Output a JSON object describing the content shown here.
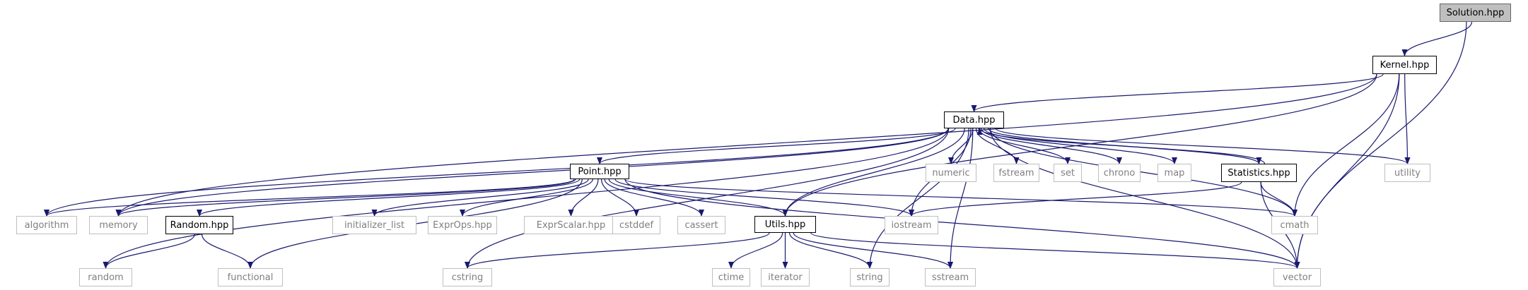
{
  "diagram": {
    "type": "include-dependency-graph",
    "colors": {
      "edge": "#191970",
      "local_border": "#000000",
      "system_border": "#bfbfbf",
      "system_text": "#7f7f7f",
      "root_fill": "#bfbfbf"
    },
    "nodes": [
      {
        "id": "solution",
        "label": "Solution.hpp",
        "kind": "root"
      },
      {
        "id": "kernel",
        "label": "Kernel.hpp",
        "kind": "local"
      },
      {
        "id": "data",
        "label": "Data.hpp",
        "kind": "local"
      },
      {
        "id": "point",
        "label": "Point.hpp",
        "kind": "local"
      },
      {
        "id": "statistics",
        "label": "Statistics.hpp",
        "kind": "local"
      },
      {
        "id": "random_hpp",
        "label": "Random.hpp",
        "kind": "local"
      },
      {
        "id": "utils",
        "label": "Utils.hpp",
        "kind": "local"
      },
      {
        "id": "numeric",
        "label": "numeric",
        "kind": "system"
      },
      {
        "id": "fstream",
        "label": "fstream",
        "kind": "system"
      },
      {
        "id": "set",
        "label": "set",
        "kind": "system"
      },
      {
        "id": "chrono",
        "label": "chrono",
        "kind": "system"
      },
      {
        "id": "map",
        "label": "map",
        "kind": "system"
      },
      {
        "id": "utility",
        "label": "utility",
        "kind": "system"
      },
      {
        "id": "algorithm",
        "label": "algorithm",
        "kind": "system"
      },
      {
        "id": "memory",
        "label": "memory",
        "kind": "system"
      },
      {
        "id": "initializer_list",
        "label": "initializer_list",
        "kind": "system"
      },
      {
        "id": "exprops",
        "label": "ExprOps.hpp",
        "kind": "system"
      },
      {
        "id": "exprscalar",
        "label": "ExprScalar.hpp",
        "kind": "system"
      },
      {
        "id": "cstddef",
        "label": "cstddef",
        "kind": "system"
      },
      {
        "id": "cassert",
        "label": "cassert",
        "kind": "system"
      },
      {
        "id": "iostream",
        "label": "iostream",
        "kind": "system"
      },
      {
        "id": "cmath",
        "label": "cmath",
        "kind": "system"
      },
      {
        "id": "random",
        "label": "random",
        "kind": "system"
      },
      {
        "id": "functional",
        "label": "functional",
        "kind": "system"
      },
      {
        "id": "cstring",
        "label": "cstring",
        "kind": "system"
      },
      {
        "id": "ctime",
        "label": "ctime",
        "kind": "system"
      },
      {
        "id": "iterator",
        "label": "iterator",
        "kind": "system"
      },
      {
        "id": "string",
        "label": "string",
        "kind": "system"
      },
      {
        "id": "sstream",
        "label": "sstream",
        "kind": "system"
      },
      {
        "id": "vector",
        "label": "vector",
        "kind": "system"
      }
    ],
    "edges": [
      [
        "solution",
        "kernel"
      ],
      [
        "solution",
        "vector"
      ],
      [
        "kernel",
        "data"
      ],
      [
        "kernel",
        "memory"
      ],
      [
        "kernel",
        "utils"
      ],
      [
        "kernel",
        "utility"
      ],
      [
        "kernel",
        "cmath"
      ],
      [
        "kernel",
        "vector"
      ],
      [
        "data",
        "point"
      ],
      [
        "data",
        "statistics"
      ],
      [
        "data",
        "utils"
      ],
      [
        "data",
        "numeric"
      ],
      [
        "data",
        "fstream"
      ],
      [
        "data",
        "set"
      ],
      [
        "data",
        "chrono"
      ],
      [
        "data",
        "map"
      ],
      [
        "data",
        "utility"
      ],
      [
        "data",
        "algorithm"
      ],
      [
        "data",
        "memory"
      ],
      [
        "data",
        "random"
      ],
      [
        "data",
        "cstring"
      ],
      [
        "data",
        "iostream"
      ],
      [
        "data",
        "string"
      ],
      [
        "data",
        "sstream"
      ],
      [
        "data",
        "cmath"
      ],
      [
        "data",
        "vector"
      ],
      [
        "statistics",
        "data"
      ],
      [
        "statistics",
        "iostream"
      ],
      [
        "statistics",
        "cmath"
      ],
      [
        "statistics",
        "vector"
      ],
      [
        "point",
        "algorithm"
      ],
      [
        "point",
        "memory"
      ],
      [
        "point",
        "random_hpp"
      ],
      [
        "point",
        "functional"
      ],
      [
        "point",
        "initializer_list"
      ],
      [
        "point",
        "exprops"
      ],
      [
        "point",
        "exprscalar"
      ],
      [
        "point",
        "cstddef"
      ],
      [
        "point",
        "cassert"
      ],
      [
        "point",
        "utils"
      ],
      [
        "point",
        "iostream"
      ],
      [
        "point",
        "cmath"
      ],
      [
        "point",
        "vector"
      ],
      [
        "random_hpp",
        "random"
      ],
      [
        "random_hpp",
        "functional"
      ],
      [
        "utils",
        "cstring"
      ],
      [
        "utils",
        "ctime"
      ],
      [
        "utils",
        "iterator"
      ],
      [
        "utils",
        "string"
      ],
      [
        "utils",
        "sstream"
      ],
      [
        "utils",
        "vector"
      ]
    ]
  }
}
